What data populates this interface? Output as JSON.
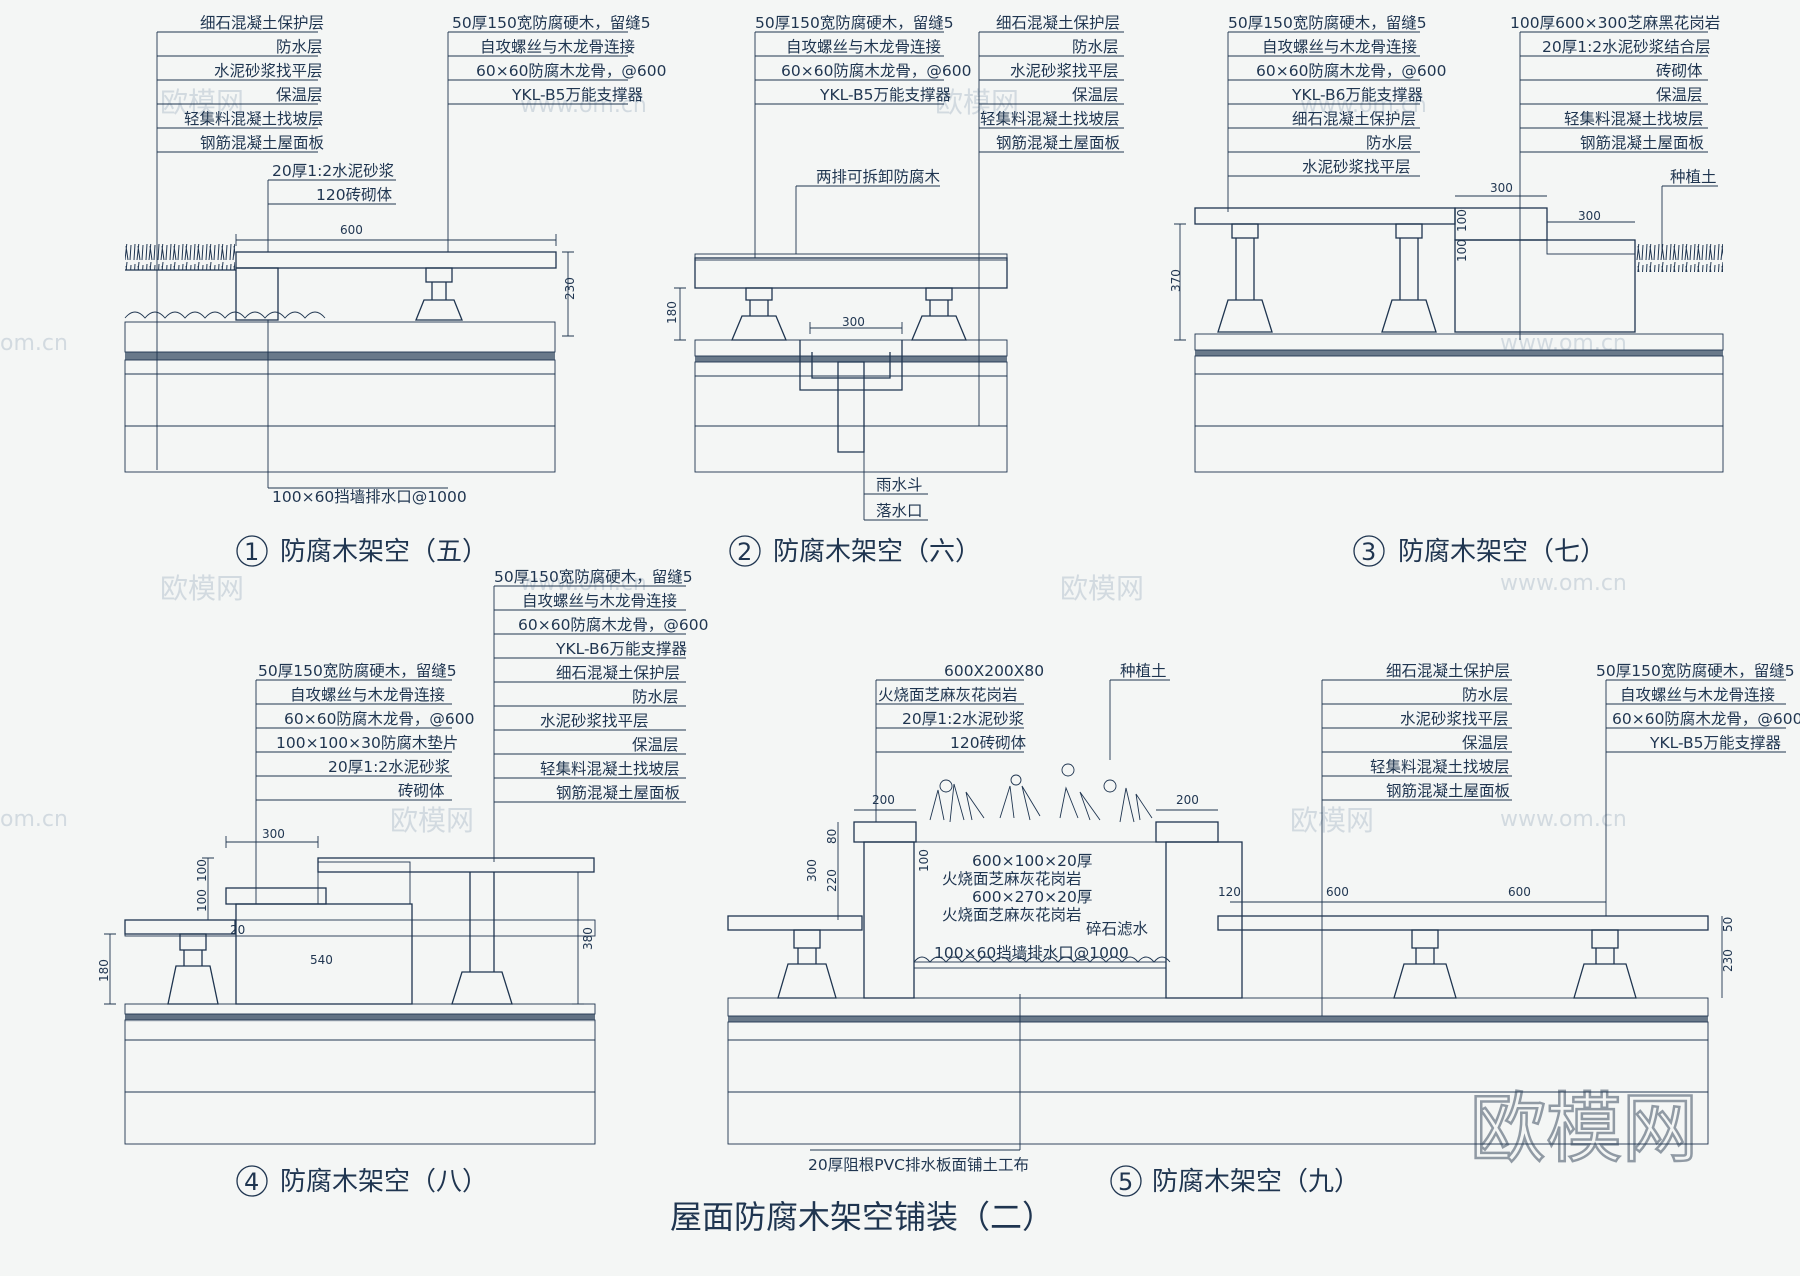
{
  "title": "屋面防腐木架空铺装（二）",
  "watermark": {
    "brand": "欧模网",
    "site": "www.om.cn",
    "side": "om.cn"
  },
  "colors": {
    "ink": "#1f3550",
    "background": "#f4f6f5",
    "watermark": "#b8c4cf"
  },
  "details": [
    {
      "number": "1",
      "name": "防腐木架空（五）",
      "callouts_left": [
        "细石混凝土保护层",
        "防水层",
        "水泥砂浆找平层",
        "保温层",
        "轻集料混凝土找坡层",
        "钢筋混凝土屋面板"
      ],
      "callouts_right": [
        "50厚150宽防腐硬木，留缝5",
        "自攻螺丝与木龙骨连接",
        "60×60防腐木龙骨，@600",
        "YKL-B5万能支撑器"
      ],
      "callouts_mid": [
        "20厚1:2水泥砂浆",
        "120砖砌体"
      ],
      "bottom_note": "100×60挡墙排水口@1000",
      "dimensions": [
        "600",
        "230"
      ]
    },
    {
      "number": "2",
      "name": "防腐木架空（六）",
      "callouts_left": [
        "50厚150宽防腐硬木，留缝5",
        "自攻螺丝与木龙骨连接",
        "60×60防腐木龙骨，@600",
        "YKL-B5万能支撑器"
      ],
      "callouts_right": [
        "细石混凝土保护层",
        "防水层",
        "水泥砂浆找平层",
        "保温层",
        "轻集料混凝土找坡层",
        "钢筋混凝土屋面板"
      ],
      "callouts_mid": [
        "两排可拆卸防腐木"
      ],
      "bottom_notes": [
        "雨水斗",
        "落水口"
      ],
      "dimensions": [
        "300",
        "180"
      ]
    },
    {
      "number": "3",
      "name": "防腐木架空（七）",
      "callouts_left": [
        "50厚150宽防腐硬木，留缝5",
        "自攻螺丝与木龙骨连接",
        "60×60防腐木龙骨，@600",
        "YKL-B6万能支撑器",
        "细石混凝土保护层",
        "防水层",
        "水泥砂浆找平层"
      ],
      "callouts_right": [
        "100厚600×300芝麻黑花岗岩",
        "20厚1:2水泥砂浆结合层",
        "砖砌体",
        "保温层",
        "轻集料混凝土找坡层",
        "钢筋混凝土屋面板"
      ],
      "callouts_mid": [
        "种植土"
      ],
      "dimensions": [
        "300",
        "300",
        "370",
        "100",
        "100"
      ]
    },
    {
      "number": "4",
      "name": "防腐木架空（八）",
      "callouts_left": [
        "50厚150宽防腐硬木，留缝5",
        "自攻螺丝与木龙骨连接",
        "60×60防腐木龙骨，@600",
        "100×100×30防腐木垫片",
        "20厚1:2水泥砂浆",
        "砖砌体"
      ],
      "callouts_right": [
        "50厚150宽防腐硬木，留缝5",
        "自攻螺丝与木龙骨连接",
        "60×60防腐木龙骨，@600",
        "YKL-B6万能支撑器",
        "细石混凝土保护层",
        "防水层",
        "水泥砂浆找平层",
        "保温层",
        "轻集料混凝土找坡层",
        "钢筋混凝土屋面板"
      ],
      "dimensions": [
        "300",
        "100",
        "100",
        "180",
        "380",
        "20",
        "540"
      ]
    },
    {
      "number": "5",
      "name": "防腐木架空（九）",
      "callouts_left": [
        "600X200X80",
        "火烧面芝麻灰花岗岩",
        "20厚1:2水泥砂浆",
        "120砖砌体"
      ],
      "callouts_plant": [
        "种植土"
      ],
      "callouts_mid": [
        "细石混凝土保护层",
        "防水层",
        "水泥砂浆找平层",
        "保温层",
        "轻集料混凝土找坡层",
        "钢筋混凝土屋面板"
      ],
      "callouts_right": [
        "50厚150宽防腐硬木，留缝5",
        "自攻螺丝与木龙骨连接",
        "60×60防腐木龙骨，@600",
        "YKL-B5万能支撑器"
      ],
      "inner_notes": [
        "600×100×20厚",
        "火烧面芝麻灰花岗岩",
        "600×270×20厚",
        "火烧面芝麻灰花岗岩",
        "碎石滤水",
        "100×60挡墙排水口@1000"
      ],
      "bottom_note": "20厚阻根PVC排水板面铺土工布",
      "dimensions": [
        "200",
        "200",
        "80",
        "220",
        "300",
        "100",
        "120",
        "600",
        "600",
        "50",
        "230"
      ]
    }
  ]
}
